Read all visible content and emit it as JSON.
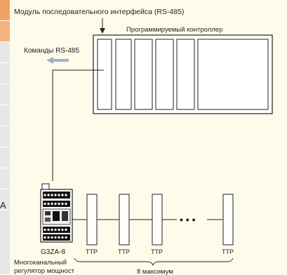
{
  "diagram": {
    "interface_module_label": "Модуль последовательного интерфейса (RS-485)",
    "plc_label": "Программируемый контроллер",
    "rs485_commands_label": "Команды RS-485",
    "controller_model": "G3ZA-8",
    "controller_desc_line1": "Многоканальный",
    "controller_desc_line2": "регулятор мощност",
    "ttp_labels": [
      "ТТР",
      "ТТР",
      "ТТР",
      "ТТР"
    ],
    "max_count_label": "8 максимум",
    "ellipsis": "• • •",
    "side_letter": "A"
  },
  "colors": {
    "background": "#fffbea",
    "accent_orange": "#f4a261",
    "arrow_blue": "#9db3c8",
    "sidebar_gray": "#e7e7e7"
  }
}
